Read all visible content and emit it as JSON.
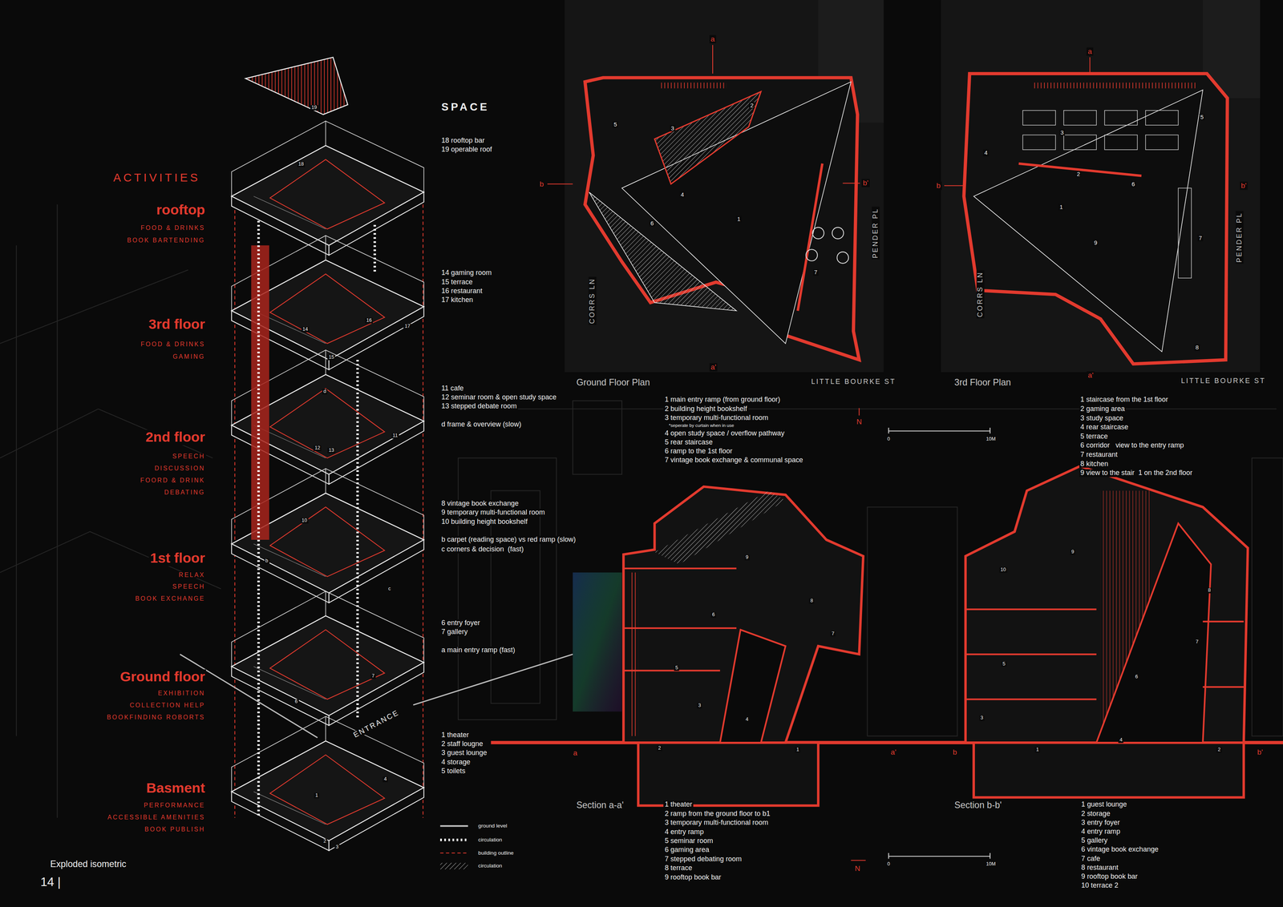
{
  "diagram": {
    "labels": [
      "ACTIVITIES",
      "rooftop",
      "FOOD & DRINKS",
      "BOOK BARTENDING",
      "3rd floor",
      "FOOD & DRINKS",
      "GAMING",
      "2nd floor",
      "SPEECH",
      "DISCUSSION",
      "FOORD & DRINK",
      "DEBATING",
      "1st floor",
      "RELAX",
      "SPEECH",
      "BOOK EXCHANGE",
      "Ground floor",
      "EXHIBITION",
      "COLLECTION HELP",
      "BOOKFINDING ROBORTS",
      "Basment",
      "PERFORMANCE",
      "ACCESSIBLE AMENITIES",
      "BOOK PUBLISH",
      "Exploded isometric",
      "14 |",
      "ENTRANCE",
      "19",
      "18",
      "14",
      "15",
      "16",
      "17",
      "11",
      "12",
      "13",
      "d",
      "10",
      "b",
      "c",
      "6",
      "7",
      "1",
      "2",
      "3",
      "4",
      "SPACE",
      "18 rooftop bar",
      "19 operable roof",
      "14 gaming room",
      "15 terrace",
      "16 restaurant",
      "17 kitchen",
      "11 cafe",
      "12 seminar room & open study space",
      "13 stepped debate room",
      "d frame & overview (slow)",
      "8 vintage book exchange",
      "9 temporary multi-functional room",
      "10 building height bookshelf",
      "b carpet (reading space) vs red ramp (slow)",
      "c corners & decision  (fast)",
      "6 entry foyer",
      "7 gallery",
      "a main entry ramp (fast)",
      "1 theater",
      "2 staff lougne",
      "3 guest lounge",
      "4 storage",
      "5 toilets",
      "a",
      "b",
      "b'",
      "a'",
      "CORRS LN",
      "PENDER PL",
      "1",
      "2",
      "3",
      "4",
      "5",
      "6",
      "7",
      "Ground Floor Plan",
      "LITTLE BOURKE ST",
      "1 main entry ramp (from ground floor)",
      "2 building height bookshelf",
      "3 temporary multi-functional room",
      "*seperate by curtain when in use",
      "4 open study space / overflow pathway",
      "5 rear staircase",
      "6 ramp to the 1st floor",
      "7 vintage book exchange & communal space",
      "N",
      "0",
      "10M",
      "a",
      "b",
      "b'",
      "a'",
      "CORRS LN",
      "PENDER PL",
      "1",
      "2",
      "3",
      "4",
      "5",
      "6",
      "7",
      "8",
      "9",
      "3rd Floor Plan",
      "LITTLE BOURKE ST",
      "1 staircase from the 1st floor",
      "2 gaming area",
      "3 study space",
      "4 rear staircase",
      "5 terrace",
      "6 corridor   view to the entry ramp",
      "7 restaurant",
      "8 kitchen",
      "9 view to the stair  1 on the 2nd floor",
      "a",
      "a'",
      "b",
      "b'",
      "1",
      "2",
      "3",
      "4",
      "5",
      "6",
      "7",
      "8",
      "9",
      "1",
      "2",
      "3",
      "4",
      "5",
      "6",
      "7",
      "8",
      "9",
      "10",
      "Section a-a'",
      "1 theater",
      "2 ramp from the ground floor to b1",
      "3 temporary multi-functional room",
      "4 entry ramp",
      "5 seminar room",
      "6 gaming area",
      "7 stepped debating room",
      "8 terrace",
      "9 rooftop book bar",
      "Section b-b'",
      "1 guest lounge",
      "2 storage",
      "3 entry foyer",
      "4 entry ramp",
      "5 gallery",
      "6 vintage book exchange",
      "7 cafe",
      "8 restaurant",
      "9 rooftop book bar",
      "10 terrace 2",
      "N",
      "0",
      "10M"
    ],
    "legend": [
      {
        "text": "ground level"
      },
      {
        "text": "circulation"
      },
      {
        "text": "building outline"
      },
      {
        "text": "circulation"
      }
    ]
  }
}
